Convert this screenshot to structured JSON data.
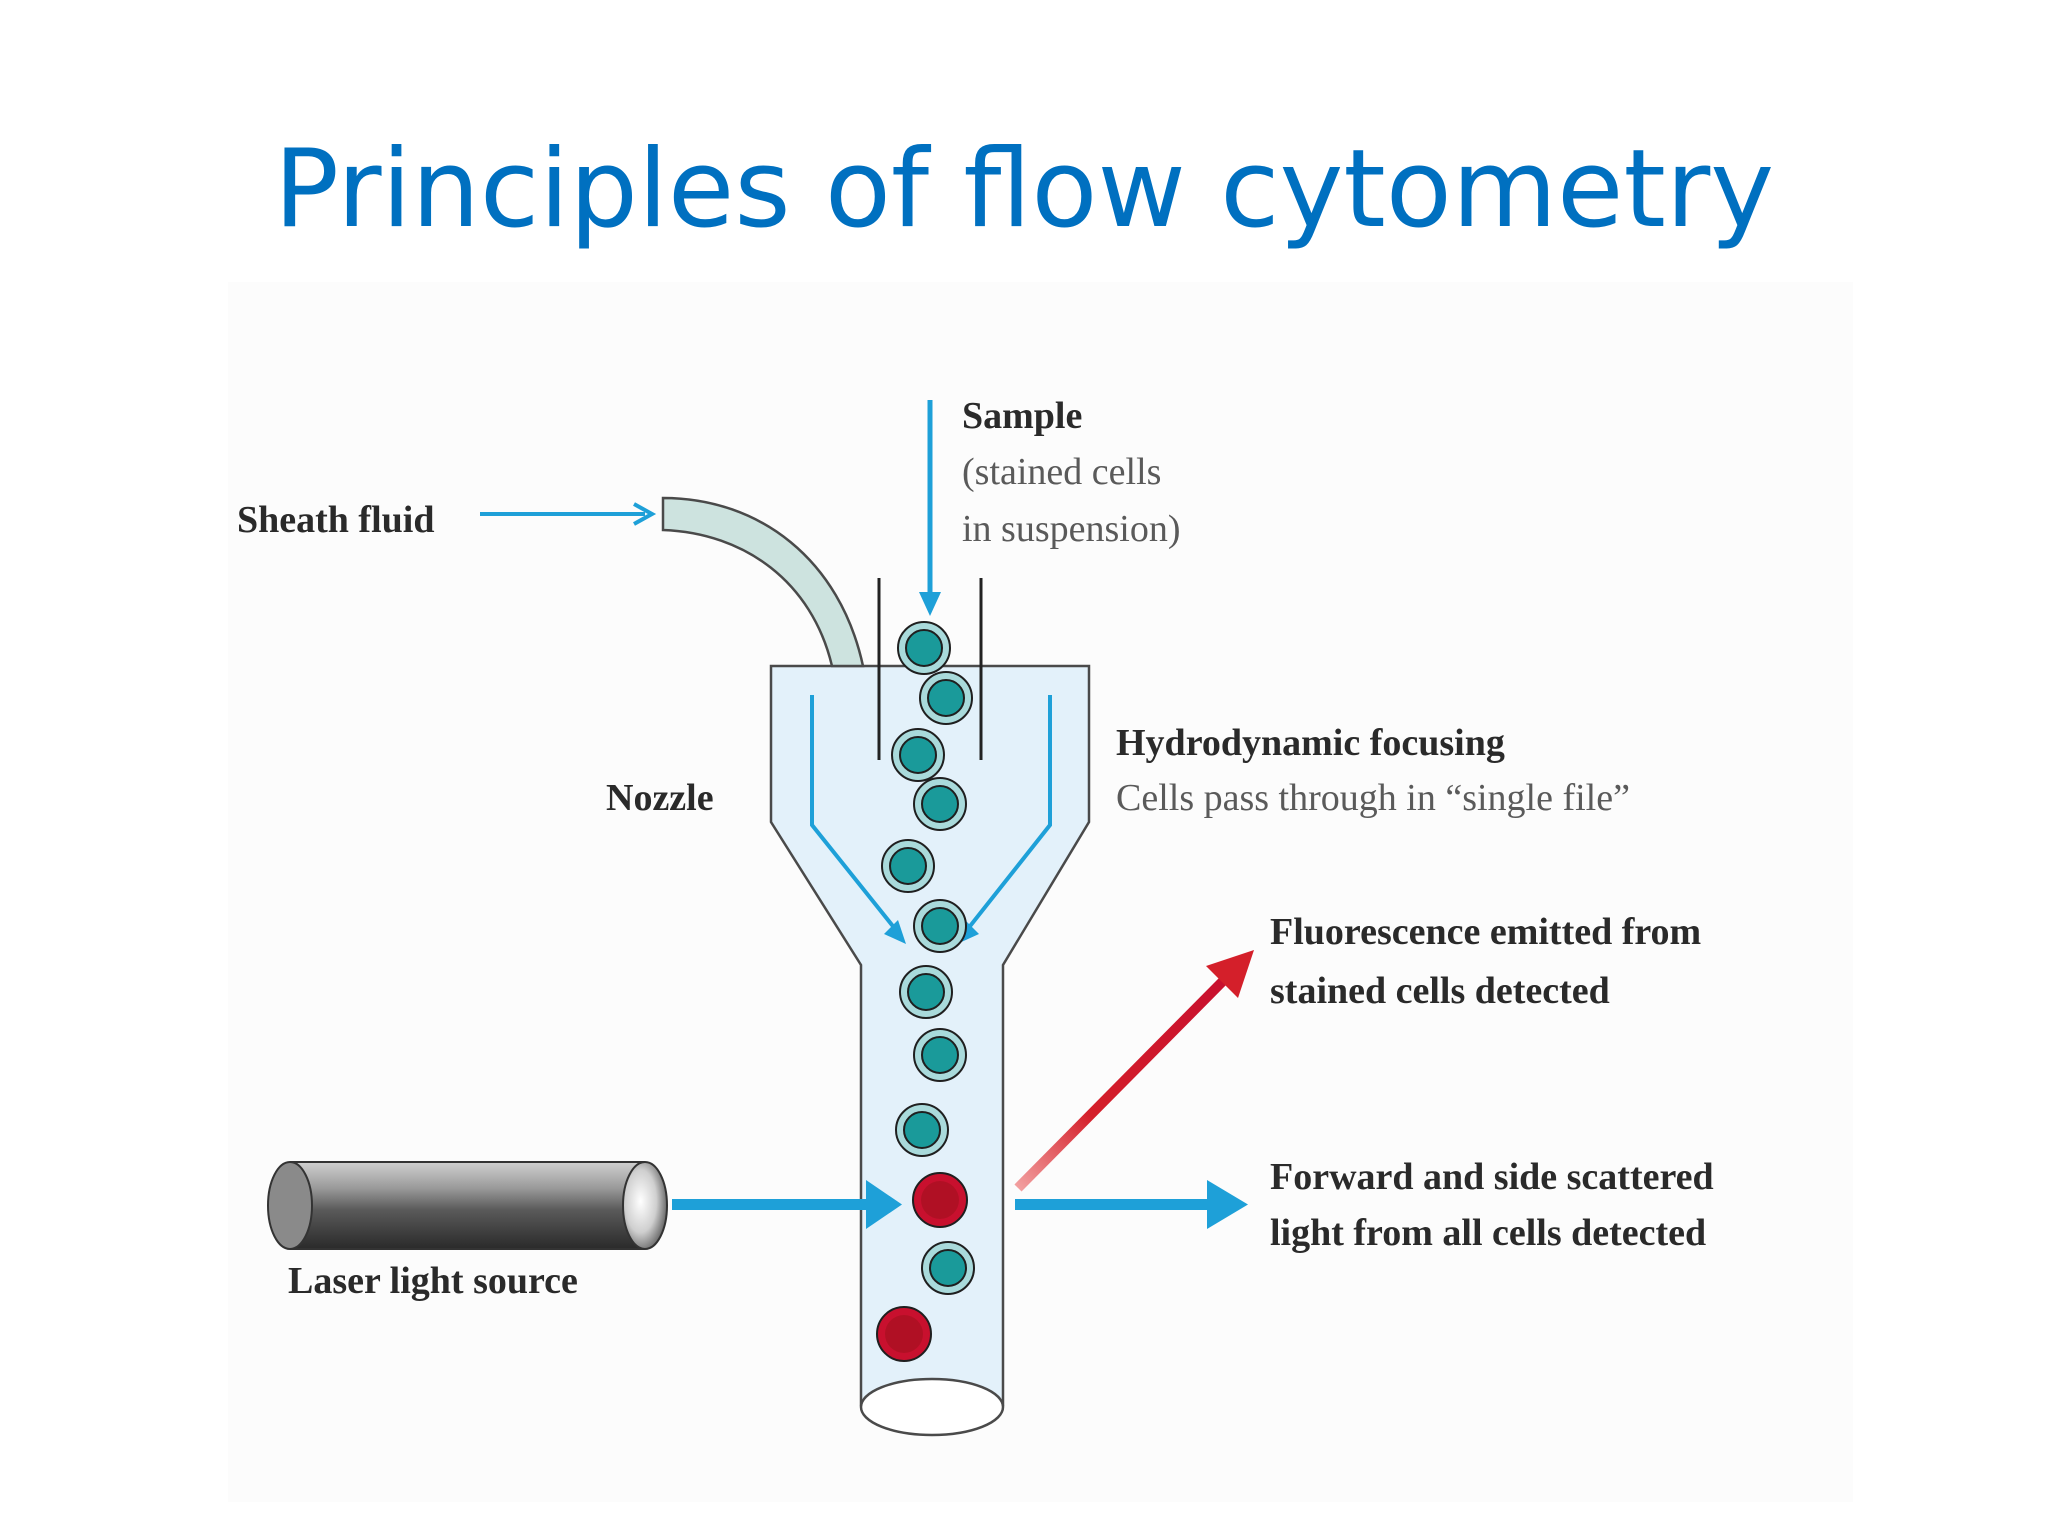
{
  "title": "Principles of flow cytometry",
  "labels": {
    "sheath_fluid": "Sheath fluid",
    "sample_line1": "Sample",
    "sample_line2": "(stained cells",
    "sample_line3": "in suspension)",
    "nozzle": "Nozzle",
    "hydro_line1": "Hydrodynamic focusing",
    "hydro_line2": "Cells pass through in “single file”",
    "fluor_line1": "Fluorescence emitted from",
    "fluor_line2": "stained cells detected",
    "scatter_line1": "Forward and side scattered",
    "scatter_line2": "light from all cells detected",
    "laser": "Laser light source"
  },
  "colors": {
    "title": "#0070c0",
    "flow_arrow": "#1ea0d8",
    "fluorescence_arrow": "#d41f2a",
    "stained_cell": "#1a9a9a",
    "unstained_cell": "#c8102e",
    "nozzle_fill": "#e3f1fa",
    "sheath_tube": "#cde3df"
  }
}
